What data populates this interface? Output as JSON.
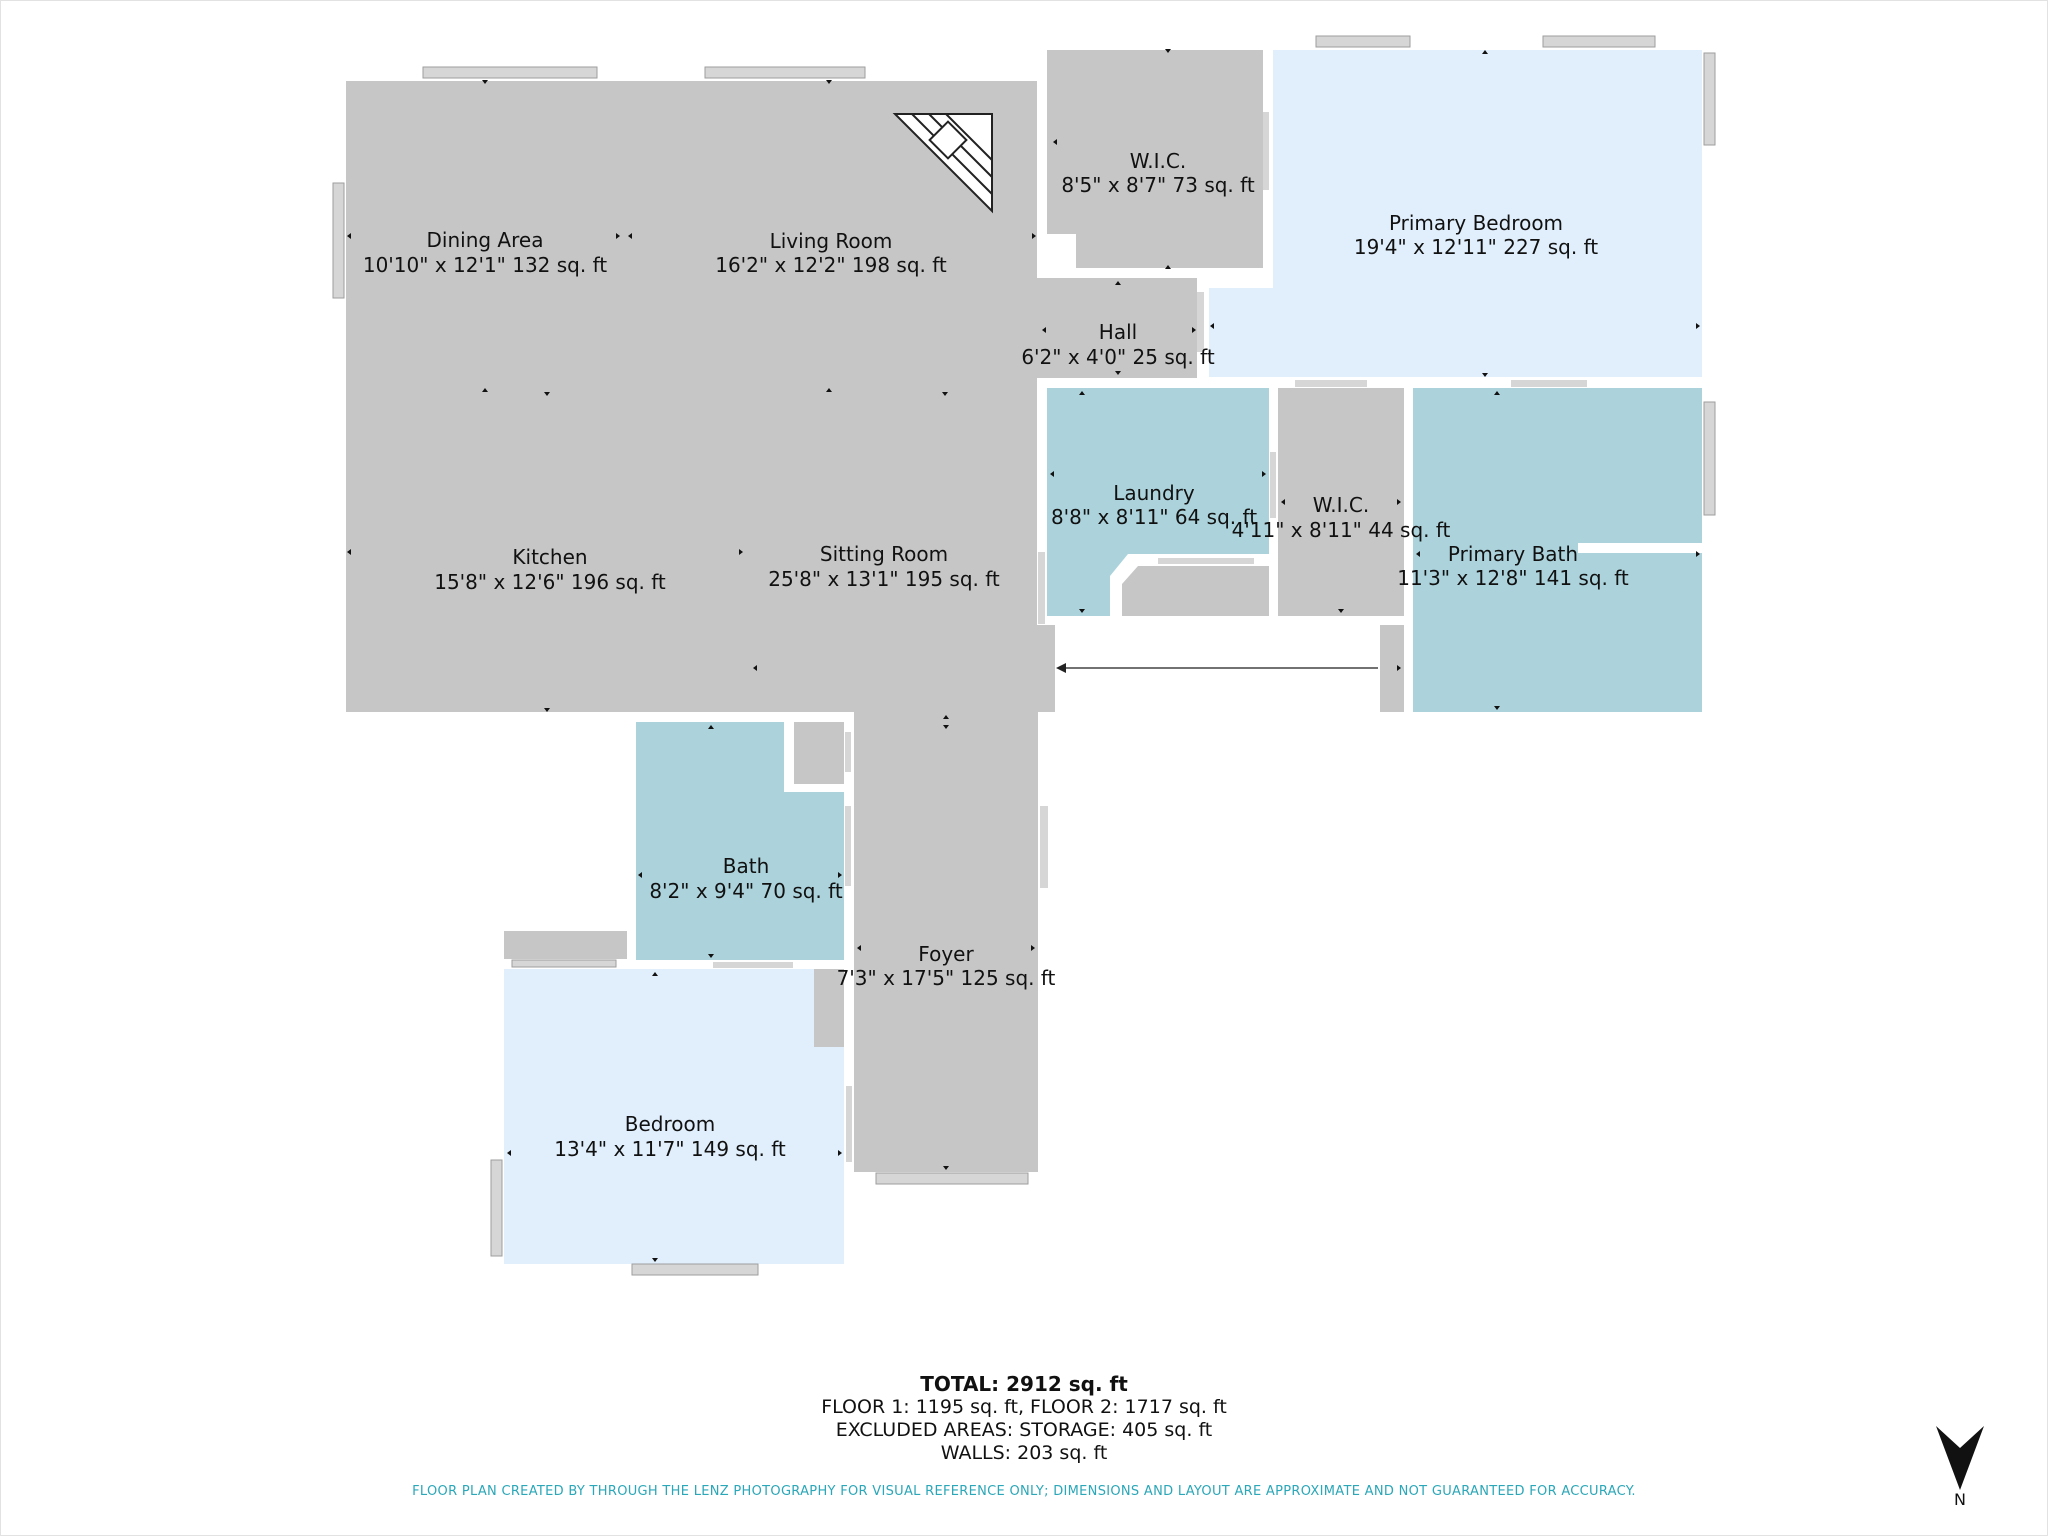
{
  "rooms": {
    "dining": {
      "name": "Dining Area",
      "dims": "10'10\" x 12'1\" 132 sq. ft"
    },
    "living": {
      "name": "Living Room",
      "dims": "16'2\" x 12'2\" 198 sq. ft"
    },
    "wic_upper": {
      "name": "W.I.C.",
      "dims": "8'5\" x 8'7\" 73 sq. ft"
    },
    "primary_bedroom": {
      "name": "Primary Bedroom",
      "dims": "19'4\" x 12'11\" 227 sq. ft"
    },
    "hall": {
      "name": "Hall",
      "dims": "6'2\" x 4'0\" 25 sq. ft"
    },
    "laundry": {
      "name": "Laundry",
      "dims": "8'8\" x 8'11\" 64 sq. ft"
    },
    "wic_lower": {
      "name": "W.I.C.",
      "dims": "4'11\" x 8'11\" 44 sq. ft"
    },
    "primary_bath": {
      "name": "Primary Bath",
      "dims": "11'3\" x 12'8\" 141 sq. ft"
    },
    "kitchen": {
      "name": "Kitchen",
      "dims": "15'8\" x 12'6\" 196 sq. ft"
    },
    "sitting": {
      "name": "Sitting Room",
      "dims": "25'8\" x 13'1\" 195 sq. ft"
    },
    "bath": {
      "name": "Bath",
      "dims": "8'2\" x 9'4\" 70 sq. ft"
    },
    "foyer": {
      "name": "Foyer",
      "dims": "7'3\" x 17'5\" 125 sq. ft"
    },
    "bedroom": {
      "name": "Bedroom",
      "dims": "13'4\" x 11'7\" 149 sq. ft"
    }
  },
  "summary": {
    "total": "TOTAL: 2912 sq. ft",
    "floors": "FLOOR 1: 1195 sq. ft, FLOOR 2: 1717 sq. ft",
    "excluded": "EXCLUDED AREAS: STORAGE: 405 sq. ft",
    "walls": "WALLS: 203 sq. ft"
  },
  "disclaimer": "FLOOR PLAN CREATED BY THROUGH THE LENZ PHOTOGRAPHY FOR VISUAL REFERENCE ONLY; DIMENSIONS AND LAYOUT ARE APPROXIMATE AND NOT GUARANTEED FOR ACCURACY.",
  "compass": {
    "label": "N",
    "icon": "north-arrow-icon"
  },
  "colors": {
    "gray_room": "#c6c6c6",
    "bedroom_blue": "#e1effc",
    "bath_teal": "#acd3dc",
    "window": "#d6d6d6",
    "disclaimer": "#2aa7b8"
  }
}
